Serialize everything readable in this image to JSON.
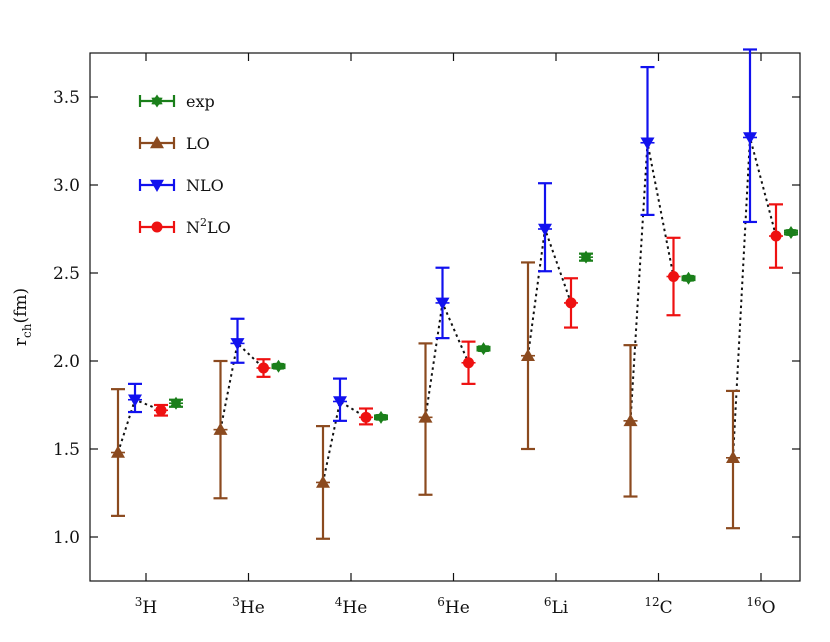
{
  "chart_data": {
    "type": "scatter",
    "title": "",
    "xlabel": "",
    "ylabel": "r_ch (fm)",
    "ylabel_main": "r",
    "ylabel_sub": "ch",
    "ylabel_unit": "(fm)",
    "ylim": [
      0.75,
      3.75
    ],
    "yticks": [
      "1.0",
      "1.5",
      "2.0",
      "2.5",
      "3.0",
      "3.5"
    ],
    "categories": [
      {
        "sup": "3",
        "base": "H"
      },
      {
        "sup": "3",
        "base": "He"
      },
      {
        "sup": "4",
        "base": "He"
      },
      {
        "sup": "6",
        "base": "He"
      },
      {
        "sup": "6",
        "base": "Li"
      },
      {
        "sup": "12",
        "base": "C"
      },
      {
        "sup": "16",
        "base": "O"
      }
    ],
    "legend_position": "top-left",
    "series": [
      {
        "name": "exp",
        "color": "#1a7f1a",
        "marker": "star",
        "values": [
          1.76,
          1.97,
          1.68,
          2.07,
          2.59,
          2.47,
          2.73
        ],
        "err_low": [
          1.74,
          1.96,
          1.67,
          2.06,
          2.57,
          2.46,
          2.72
        ],
        "err_high": [
          1.78,
          1.98,
          1.69,
          2.08,
          2.61,
          2.48,
          2.74
        ],
        "connect": false
      },
      {
        "name": "LO",
        "color": "#8b4a1f",
        "marker": "triangle-up",
        "values": [
          1.48,
          1.61,
          1.31,
          1.68,
          2.03,
          1.66,
          1.45
        ],
        "err_low": [
          1.12,
          1.22,
          0.99,
          1.24,
          1.5,
          1.23,
          1.05
        ],
        "err_high": [
          1.84,
          2.0,
          1.63,
          2.1,
          2.56,
          2.09,
          1.83
        ],
        "connect": true
      },
      {
        "name": "NLO",
        "color": "#1111ee",
        "marker": "triangle-down",
        "values": [
          1.78,
          2.1,
          1.77,
          2.33,
          2.75,
          3.24,
          3.27
        ],
        "err_low": [
          1.71,
          1.99,
          1.66,
          2.13,
          2.51,
          2.83,
          2.79
        ],
        "err_high": [
          1.87,
          2.24,
          1.9,
          2.53,
          3.01,
          3.67,
          3.77
        ],
        "connect": true
      },
      {
        "name": "N²LO",
        "name_base": "N",
        "name_sup": "2",
        "name_tail": "LO",
        "color": "#ee1111",
        "marker": "circle",
        "values": [
          1.72,
          1.96,
          1.68,
          1.99,
          2.33,
          2.48,
          2.71
        ],
        "err_low": [
          1.69,
          1.91,
          1.64,
          1.87,
          2.19,
          2.26,
          2.53
        ],
        "err_high": [
          1.75,
          2.01,
          1.73,
          2.11,
          2.47,
          2.7,
          2.89
        ],
        "connect": true
      }
    ]
  }
}
